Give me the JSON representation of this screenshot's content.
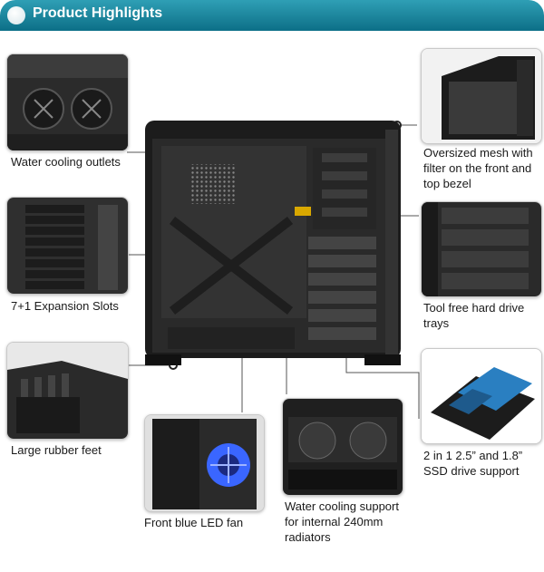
{
  "header": {
    "title": "Product Highlights"
  },
  "features": [
    {
      "label": "Water cooling outlets"
    },
    {
      "label": "7+1 Expansion Slots"
    },
    {
      "label": "Large rubber feet"
    },
    {
      "label": "Front blue LED fan"
    },
    {
      "label": "Oversized mesh with filter on the front and top bezel"
    },
    {
      "label": "Tool free hard drive trays"
    },
    {
      "label": "2 in 1 2.5” and 1.8” SSD drive support"
    },
    {
      "label": "Water cooling support for internal 240mm radiators"
    }
  ],
  "colors": {
    "header": "#0c6f87",
    "case": "#1c1c1c",
    "led": "#3a66ff",
    "ssd": "#2a7fc1"
  },
  "icons": [
    "radio-dot-icon",
    "callout-dot-icon"
  ]
}
